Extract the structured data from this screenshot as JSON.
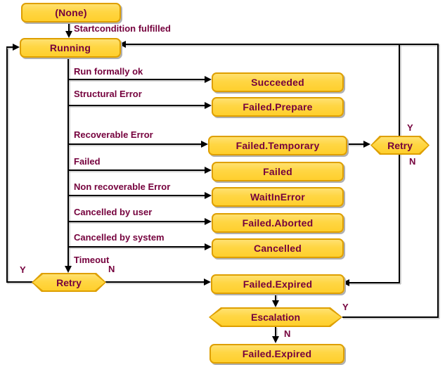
{
  "diagram": {
    "colors": {
      "node_fill": "#FFD643",
      "node_fill_light": "#FFE170",
      "node_border": "#DE9F00",
      "text": "#75013D",
      "line": "#000000",
      "shadow": "#B0B0B0",
      "background": "#FFFFFF"
    },
    "nodes": {
      "none": "(None)",
      "running": "Running",
      "succeeded": "Succeeded",
      "failed_prepare": "Failed.Prepare",
      "failed_temporary": "Failed.Temporary",
      "failed": "Failed",
      "wait_in_error": "WaitInError",
      "failed_aborted": "Failed.Aborted",
      "cancelled": "Cancelled",
      "failed_expired_mid": "Failed.Expired",
      "failed_expired_final": "Failed.Expired"
    },
    "decisions": {
      "retry_temporary": {
        "label": "Retry",
        "yes": "Y",
        "no": "N"
      },
      "retry_timeout": {
        "label": "Retry",
        "yes": "Y",
        "no": "N"
      },
      "escalation": {
        "label": "Escalation",
        "yes": "Y",
        "no": "N"
      }
    },
    "edge_labels": {
      "startcondition": "Startcondition fulfilled",
      "run_formally_ok": "Run formally ok",
      "structural_error": "Structural Error",
      "recoverable_error": "Recoverable Error",
      "failed": "Failed",
      "non_recoverable_error": "Non recoverable Error",
      "cancelled_by_user": "Cancelled by user",
      "cancelled_by_system": "Cancelled by system",
      "timeout": "Timeout"
    }
  }
}
